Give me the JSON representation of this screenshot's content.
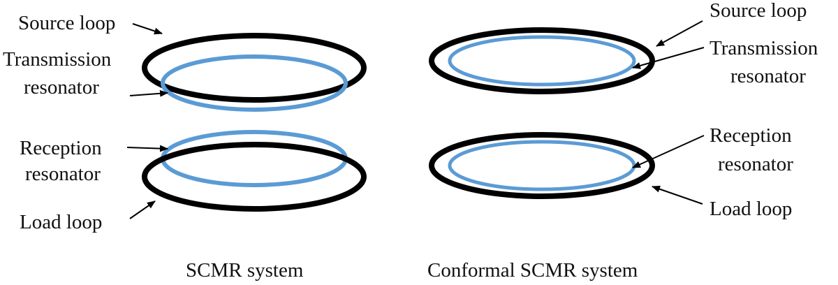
{
  "colors": {
    "loop": "#000000",
    "resonator": "#5b9bd5",
    "text": "#111111"
  },
  "left_panel": {
    "caption": "SCMR system",
    "source_loop": "Source loop",
    "transmission_resonator_line1": "Transmission",
    "transmission_resonator_line2": "resonator",
    "reception_resonator_line1": "Reception",
    "reception_resonator_line2": "resonator",
    "load_loop": "Load loop"
  },
  "right_panel": {
    "caption": "Conformal SCMR system",
    "source_loop": "Source loop",
    "transmission_resonator_line1": "Transmission",
    "transmission_resonator_line2": "resonator",
    "reception_resonator_line1": "Reception",
    "reception_resonator_line2": "resonator",
    "load_loop": "Load loop"
  }
}
